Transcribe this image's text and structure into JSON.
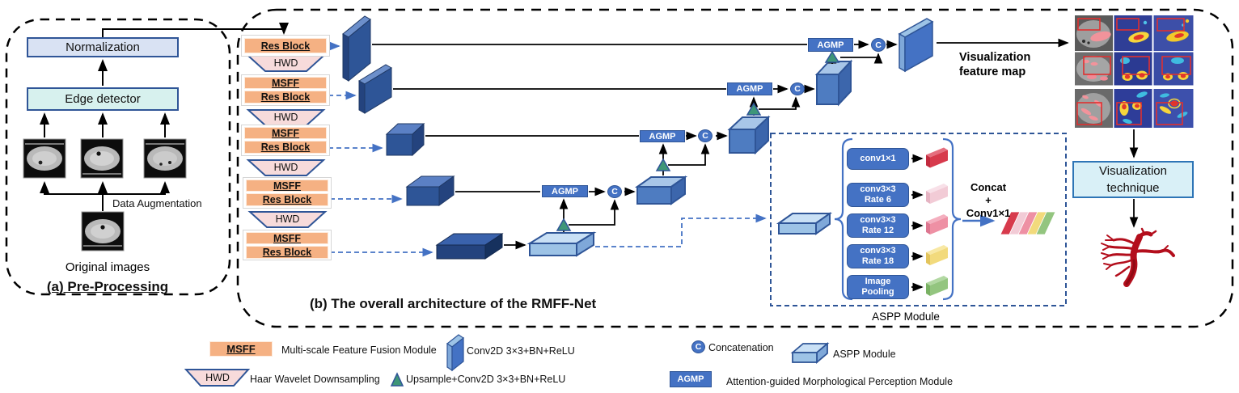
{
  "pre": {
    "normalization": "Normalization",
    "edge_detector": "Edge detector",
    "data_augmentation": "Data Augmentation",
    "original_images": "Original images"
  },
  "captions": {
    "a": "(a) Pre-Processing",
    "b": "(b) The overall architecture of the RMFF-Net"
  },
  "encoder": {
    "rows": [
      {
        "blocks": [
          "Res Block"
        ],
        "hwd": "HWD"
      },
      {
        "blocks": [
          "MSFF",
          "Res Block"
        ],
        "hwd": "HWD"
      },
      {
        "blocks": [
          "MSFF",
          "Res Block"
        ],
        "hwd": "HWD"
      },
      {
        "blocks": [
          "MSFF",
          "Res Block"
        ],
        "hwd": "HWD"
      },
      {
        "blocks": [
          "MSFF",
          "Res Block"
        ]
      }
    ]
  },
  "modules": {
    "agmp": "AGMP",
    "concat_symbol": "C"
  },
  "viz": {
    "feature_map": [
      "Visualization",
      "feature map"
    ],
    "technique": [
      "Visualization",
      "technique"
    ]
  },
  "aspp": {
    "branches": [
      [
        "conv1×1"
      ],
      [
        "conv3×3",
        "Rate 6"
      ],
      [
        "conv3×3",
        "Rate 12"
      ],
      [
        "conv3×3",
        "Rate 18"
      ],
      [
        "Image",
        "Pooling"
      ]
    ],
    "concat": [
      "Concat",
      "+",
      "Conv1×1"
    ],
    "label": "ASPP Module"
  },
  "legend": {
    "msff_swatch": "MSFF",
    "msff": "Multi-scale Feature Fusion Module",
    "conv2d": "Conv2D 3×3+BN+ReLU",
    "concat_symbol": "C",
    "concat": "Concatenation",
    "aspp": "ASPP Module",
    "hwd_swatch": "HWD",
    "hwd": "Haar Wavelet Downsampling",
    "upsample": "Upsample+Conv2D 3×3+BN+ReLU",
    "agmp_swatch": "AGMP",
    "agmp": "Attention-guided Morphological Perception Module"
  },
  "colors": {
    "msff_fill": "#F5B183",
    "hwd_fill": "#F7DBDB",
    "agmp_fill": "#4472C4",
    "encoder_blue": "#2E5597",
    "decoder_blue": "#4E7CC1",
    "aspp_light_blue": "#9DC3E6",
    "dashed_blue": "#4472C4",
    "highlight_red": "#E03030",
    "vessel_red": "#B30E1C"
  }
}
